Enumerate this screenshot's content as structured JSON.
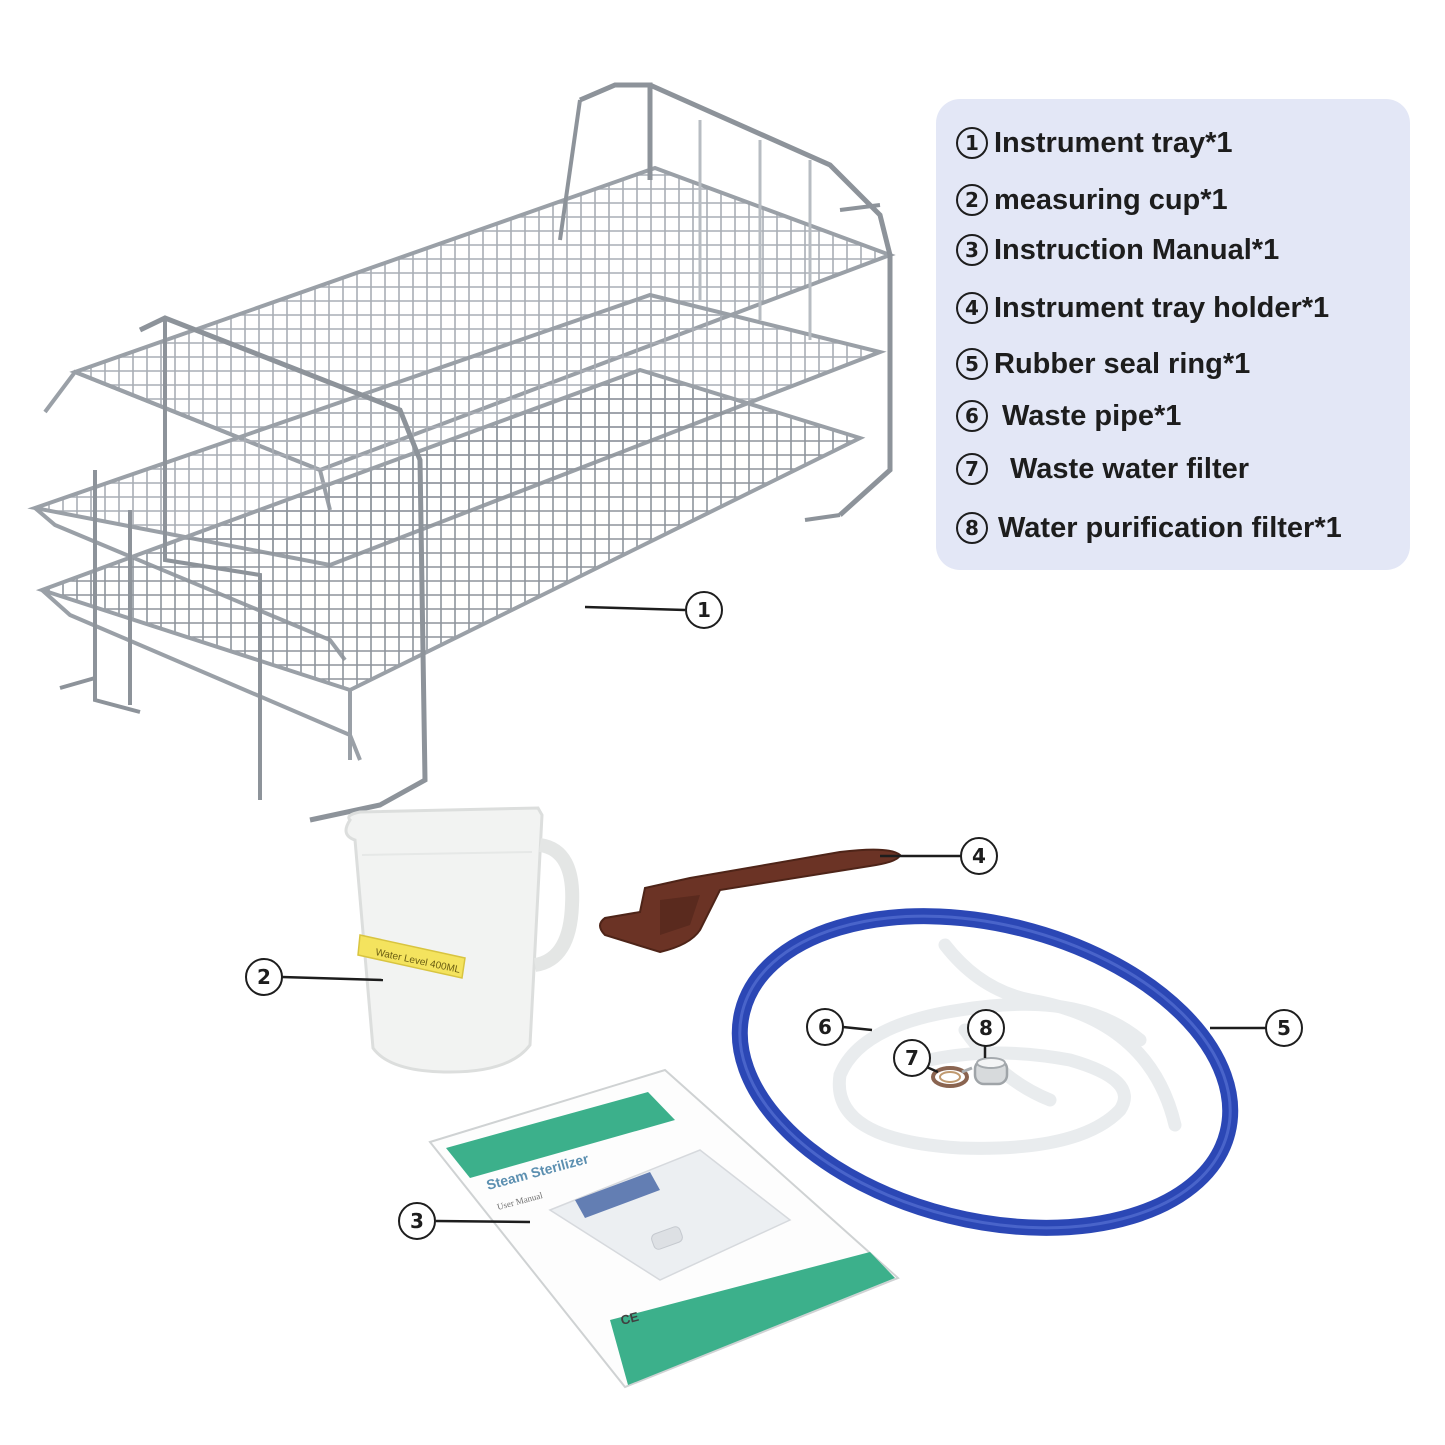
{
  "legend": {
    "items": [
      {
        "num": "1",
        "label": "Instrument tray*1"
      },
      {
        "num": "2",
        "label": "measuring cup*1"
      },
      {
        "num": "3",
        "label": "Instruction Manual*1"
      },
      {
        "num": "4",
        "label": "Instrument tray holder*1"
      },
      {
        "num": "5",
        "label": "Rubber seal ring*1"
      },
      {
        "num": "6",
        "label": "Waste pipe*1"
      },
      {
        "num": "7",
        "label": "Waste water filter"
      },
      {
        "num": "8",
        "label": "Water purification filter*1"
      }
    ]
  },
  "callouts": {
    "c1": "1",
    "c2": "2",
    "c3": "3",
    "c4": "4",
    "c5": "5",
    "c6": "6",
    "c7": "7",
    "c8": "8"
  },
  "cup": {
    "label": "Water Level 400ML"
  },
  "manual": {
    "title": "Steam Sterilizer",
    "subtitle": "User Manual",
    "ce_mark": "CE"
  },
  "colors": {
    "legend_bg": "#e3e7f6",
    "seal_ring": "#2b47b5",
    "holder": "#6b3325",
    "manual_accent": "#3cb08b"
  }
}
